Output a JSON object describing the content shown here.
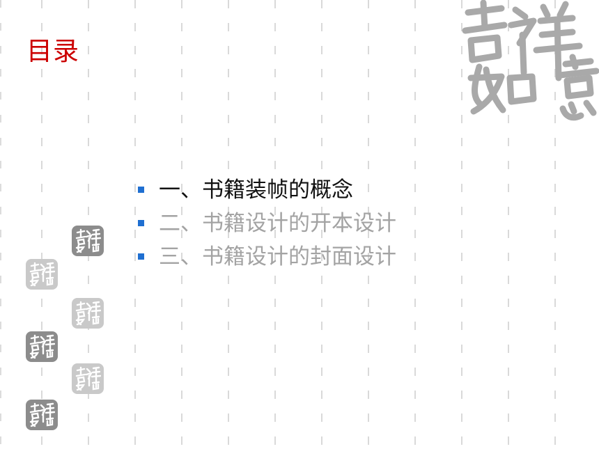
{
  "slide": {
    "title": "目录",
    "toc": [
      {
        "label": "一、书籍装帧的概念",
        "state": "active"
      },
      {
        "label": "二、书籍设计的开本设计",
        "state": "inactive"
      },
      {
        "label": "三、书籍设计的封面设计",
        "state": "inactive"
      }
    ]
  },
  "colors": {
    "title": "#cc0000",
    "bullet": "#1f6fd1",
    "active_text": "#111111",
    "inactive_text": "#a3a3a3",
    "dash_lines": "#d9d9d9",
    "seal_dark": "#8c8c8c",
    "seal_light": "#c9c9c9"
  },
  "icons": {
    "bullet": "square-bullet-icon",
    "corner_art": "auspicious-calligraphy-icon",
    "seal": "auspicious-seal-icon"
  }
}
